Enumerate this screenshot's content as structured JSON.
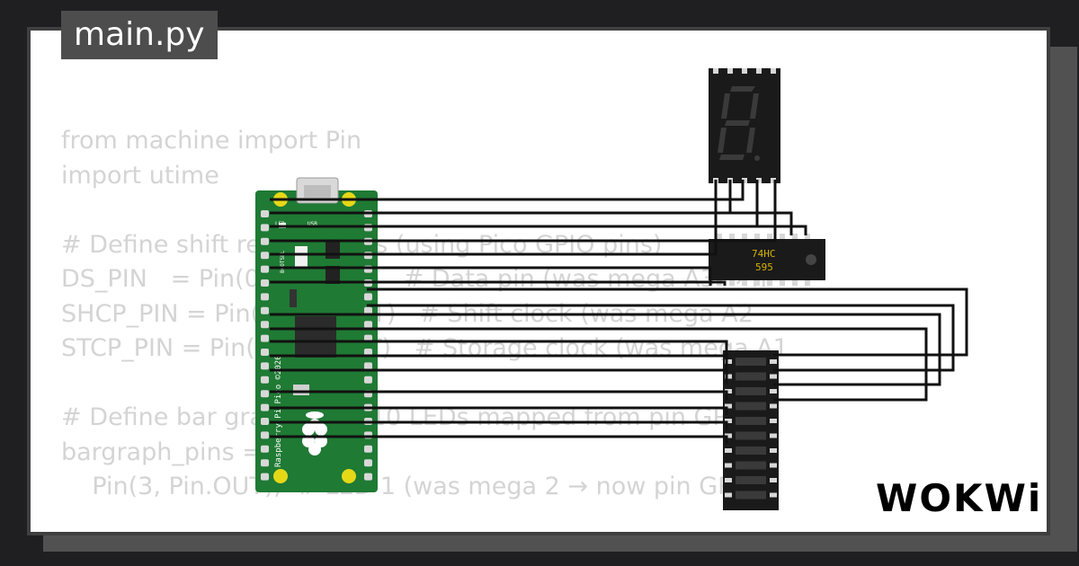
{
  "file_tab": {
    "label": "main.py"
  },
  "code_lines": [
    "from machine import Pin",
    "import utime",
    "",
    "# Define shift register pins (using Pico GPIO pins)",
    "DS_PIN   = Pin(0, Pin.OUT)   # Data pin (was mega A3 → n",
    "SHCP_PIN = Pin(1, Pin.OUT)   # Shift clock (was mega A2 -",
    "STCP_PIN = Pin(2, Pin.OUT)   # Storage clock (was mega A1",
    "",
    "# Define bar graph pins (10 LEDs mapped from pin GP3 to",
    "bargraph_pins = [",
    "    Pin(3, Pin.OUT),  # LED 1 (was mega 2 → now pin GP3"
  ],
  "board": {
    "usb_label": "USB",
    "led_label": "LED",
    "bootsel_label": "BOOTSEL",
    "name_label": "Raspberry Pi Pico ©2020",
    "colors": {
      "pcb": "#1f7a34",
      "pin_gold": "#e6d817",
      "trace": "#111111"
    }
  },
  "shift_register": {
    "label_top": "74HC",
    "label_bottom": "595",
    "label_color": "#d6b400"
  },
  "brand": {
    "logo_text": "WOKWi"
  }
}
